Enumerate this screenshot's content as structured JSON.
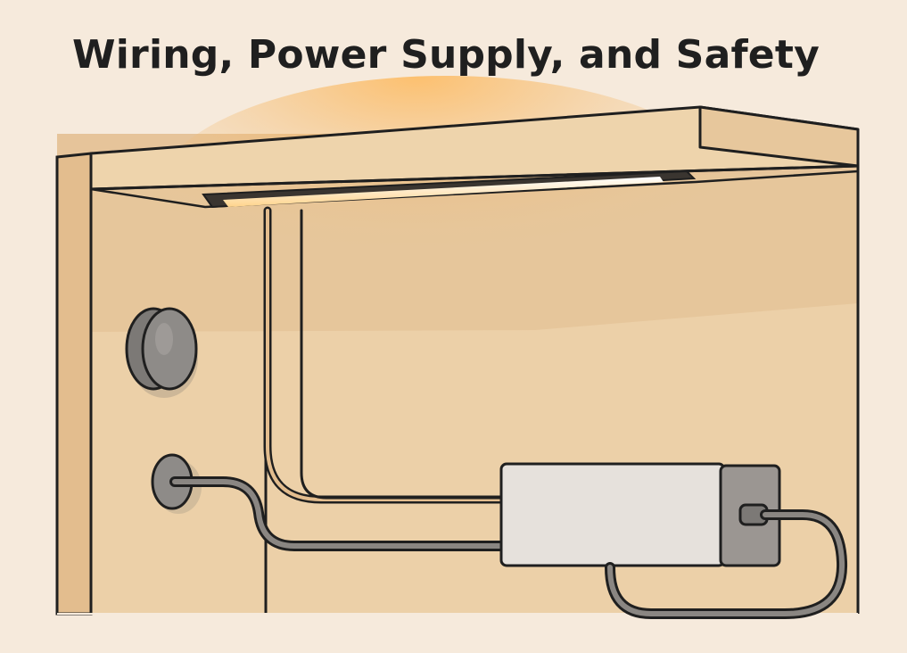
{
  "title": "Wiring, Power Supply, and Safety",
  "palette": {
    "background": "#f6eadc",
    "cabinet": "#e9c9a0",
    "cabinet_wall": "#ecd0a8",
    "outline": "#1f1f1f",
    "light_glow": "#ffb24a",
    "light_strip": "#fff6dc",
    "power_brick": "#e6e1dc",
    "power_brick_end": "#9b9692",
    "knob": "#8e8b88",
    "cable": "#8a8682"
  },
  "components": [
    {
      "name": "led-light-strip",
      "icon": "light-bar-icon"
    },
    {
      "name": "power-supply",
      "icon": "power-brick-icon"
    },
    {
      "name": "wall-outlet",
      "icon": "outlet-icon"
    },
    {
      "name": "dimmer-knob",
      "icon": "knob-icon"
    }
  ]
}
